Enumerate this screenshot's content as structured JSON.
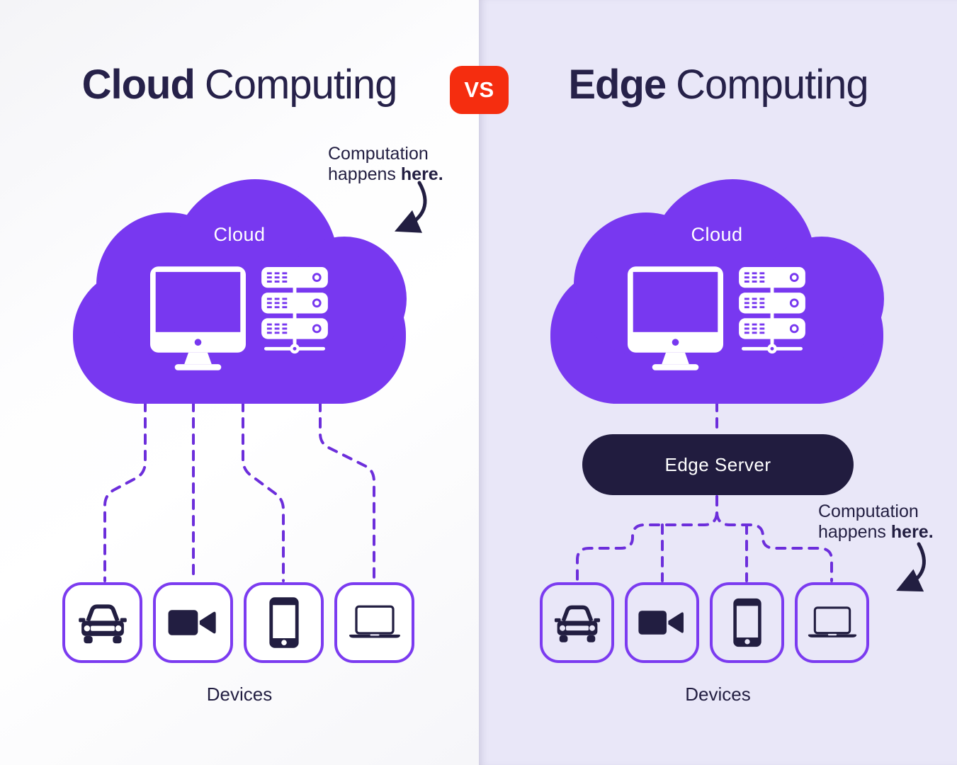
{
  "header": {
    "left_title": {
      "bold": "Cloud",
      "rest": "Computing"
    },
    "vs_label": "VS",
    "right_title": {
      "bold": "Edge",
      "rest": "Computing"
    }
  },
  "left_panel": {
    "cloud_label": "Cloud",
    "devices_label": "Devices",
    "annotation": {
      "line1": "Computation",
      "line2": "happens",
      "line2_bold": "here."
    }
  },
  "right_panel": {
    "cloud_label": "Cloud",
    "edge_server_label": "Edge Server",
    "devices_label": "Devices",
    "annotation": {
      "line1": "Computation",
      "line2": "happens",
      "line2_bold": "here."
    }
  },
  "icons": {
    "cloud_contents": [
      "desktop-monitor-icon",
      "server-rack-icon"
    ],
    "devices": [
      "car-icon",
      "video-camera-icon",
      "smartphone-icon",
      "laptop-icon"
    ]
  },
  "colors": {
    "cloud_purple": "#7838F0",
    "line_purple": "#6C2EDB",
    "box_border_purple": "#7B3BF0",
    "navy": "#221E41",
    "pill_navy": "#211C3F",
    "vs_red": "#F52D0F",
    "right_background": "#E9E7F8",
    "left_background": "#FBFBFD"
  }
}
